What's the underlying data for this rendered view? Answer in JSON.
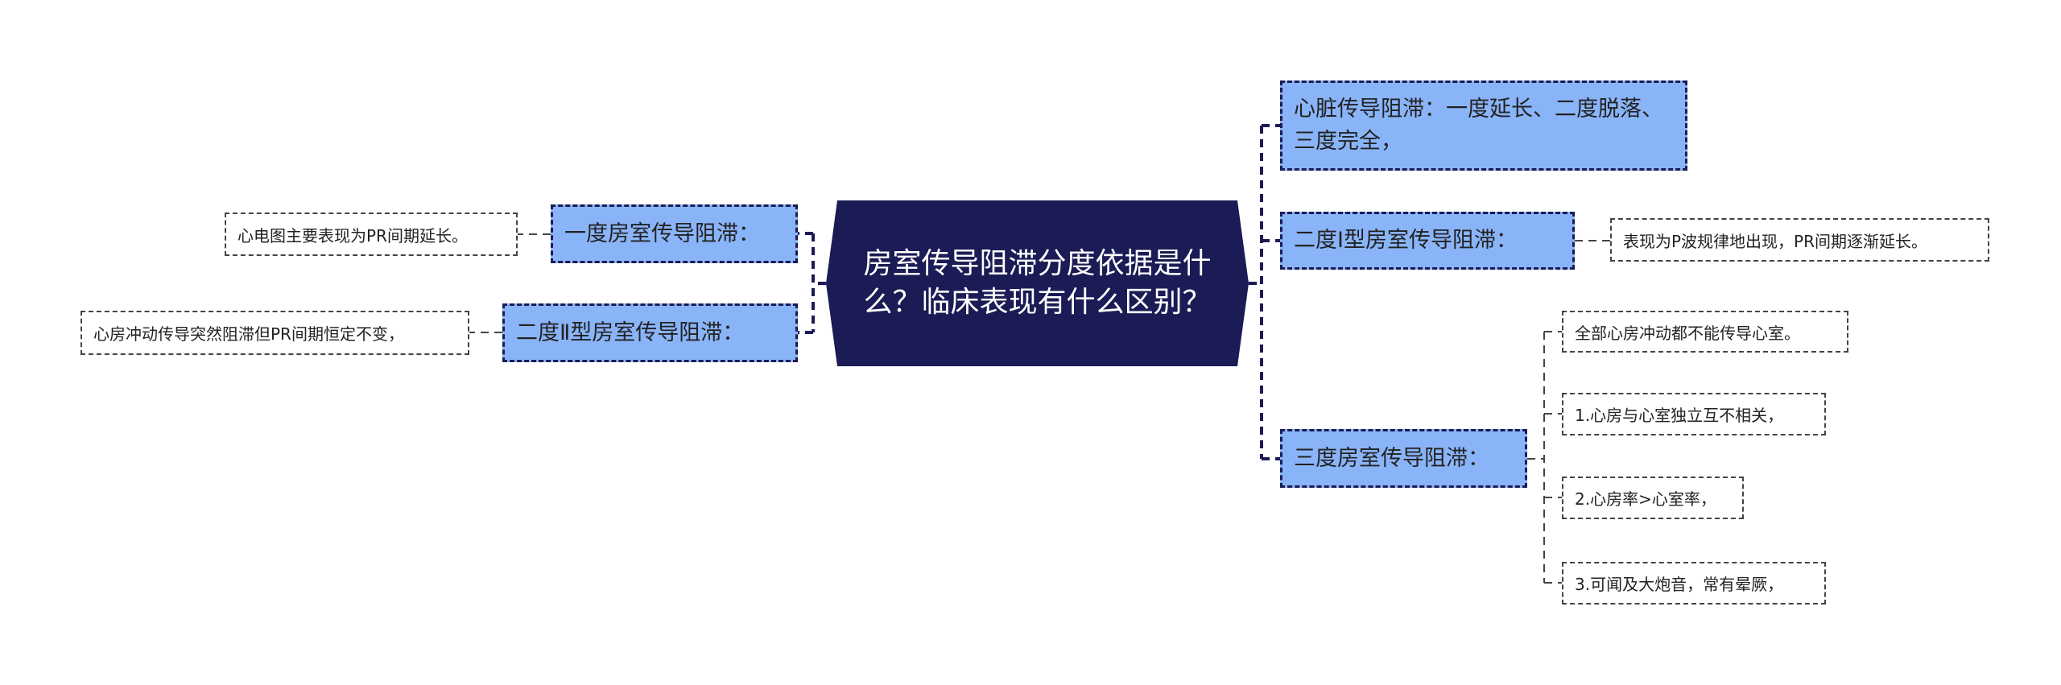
{
  "colors": {
    "center_fill": "#1b1b55",
    "branch_fill": "#8ab4f8",
    "connector": "#1b1b55"
  },
  "root": {
    "label": "房室传导阻滞分度依据是什么？临床表现有什么区别？"
  },
  "right": [
    {
      "label": "心脏传导阻滞：一度延长、二度脱落、三度完全，",
      "children": []
    },
    {
      "label": "二度Ⅰ型房室传导阻滞：",
      "children": [
        "表现为P波规律地出现，PR间期逐渐延长。"
      ]
    },
    {
      "label": "三度房室传导阻滞：",
      "children": [
        "全部心房冲动都不能传导心室。",
        "1.心房与心室独立互不相关，",
        "2.心房率>心室率，",
        "3.可闻及大炮音，常有晕厥，"
      ]
    }
  ],
  "left": [
    {
      "label": "一度房室传导阻滞：",
      "children": [
        "心电图主要表现为PR间期延长。"
      ]
    },
    {
      "label": "二度Ⅱ型房室传导阻滞：",
      "children": [
        "心房冲动传导突然阻滞但PR间期恒定不变，"
      ]
    }
  ]
}
